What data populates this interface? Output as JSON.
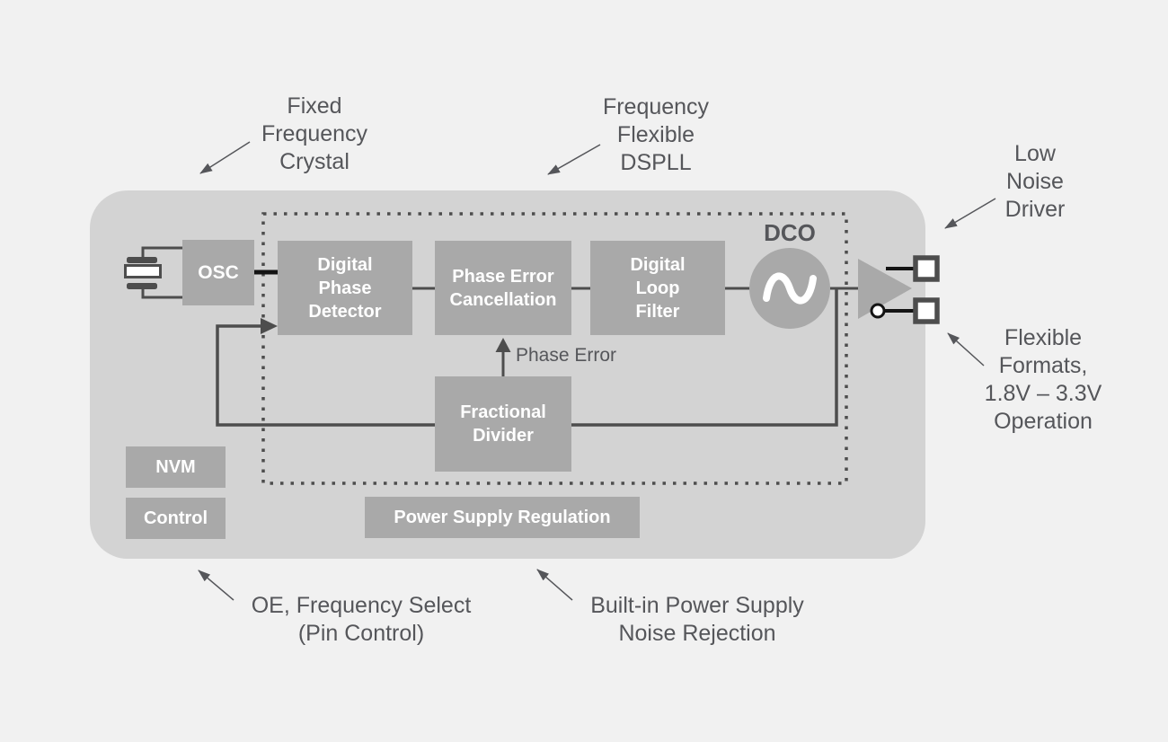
{
  "colors": {
    "background": "#f1f1f1",
    "chip_body": "#d3d3d3",
    "block_fill": "#a9a9a9",
    "block_text": "#ffffff",
    "text_dark": "#55565a",
    "wire": "#4d4d4d",
    "black": "#141414"
  },
  "blocks": {
    "osc": "OSC",
    "digital_phase_detector": "Digital\nPhase\nDetector",
    "phase_error_cancellation": "Phase Error\nCancellation",
    "digital_loop_filter": "Digital\nLoop\nFilter",
    "fractional_divider": "Fractional\nDivider",
    "nvm": "NVM",
    "control": "Control",
    "power_supply_regulation": "Power Supply Regulation"
  },
  "labels": {
    "dco": "DCO",
    "phase_error": "Phase Error"
  },
  "annotations": {
    "fixed_frequency_crystal": "Fixed\nFrequency\nCrystal",
    "frequency_flexible_dspll": "Frequency\nFlexible\nDSPLL",
    "low_noise_driver": "Low\nNoise\nDriver",
    "flexible_formats": "Flexible\nFormats,\n1.8V – 3.3V\nOperation",
    "oe_frequency_select": "OE, Frequency Select\n(Pin Control)",
    "built_in_power_supply": "Built-in Power Supply\nNoise Rejection"
  },
  "icons": {
    "crystal": "quartz-crystal-resonator-symbol",
    "dco": "sine-wave-in-circle",
    "driver": "triangle-buffer",
    "inversion_bubble": "small-circle-on-inverted-output",
    "output_pin": "square-pad"
  }
}
